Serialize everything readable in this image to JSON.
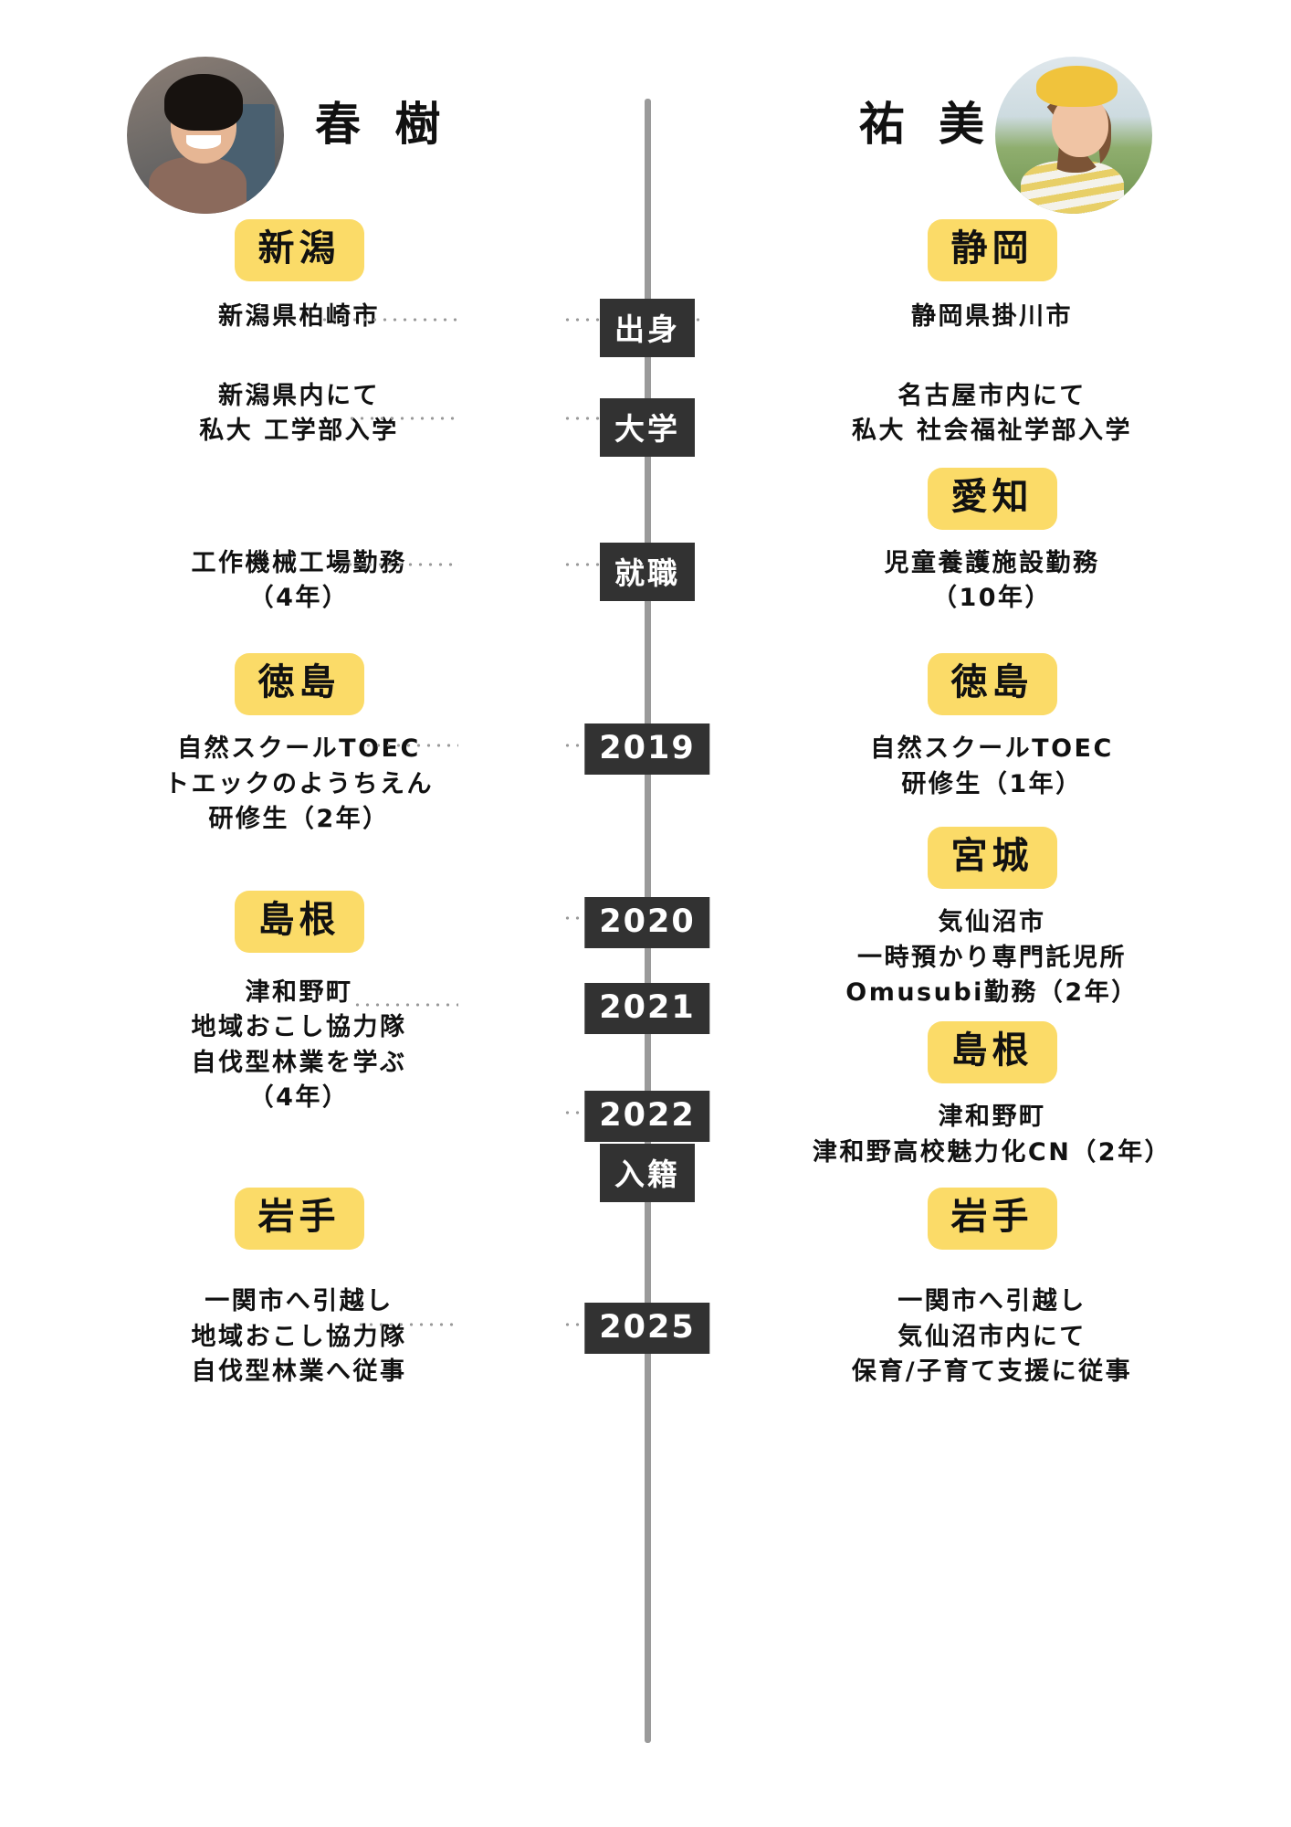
{
  "people": {
    "left": {
      "name": "春 樹",
      "avatar_icon": "portrait-photo-man"
    },
    "right": {
      "name": "祐 美",
      "avatar_icon": "portrait-photo-woman"
    }
  },
  "colors": {
    "badge_yellow": "#fbdb68",
    "marker_dark": "#323232",
    "spine_gray": "#9a9a9a",
    "text_black": "#111111",
    "dot_gray": "#9a9a9a"
  },
  "rows": [
    {
      "marker": "出身",
      "left": {
        "badge": "新潟",
        "lines": [
          "新潟県柏崎市"
        ]
      },
      "right": {
        "badge": "静岡",
        "lines": [
          "静岡県掛川市"
        ]
      }
    },
    {
      "marker": "大学",
      "left": {
        "badge": "",
        "lines": [
          "新潟県内にて",
          "私大 工学部入学"
        ]
      },
      "right": {
        "badge": "",
        "lines": [
          "名古屋市内にて",
          "私大 社会福祉学部入学"
        ]
      }
    },
    {
      "marker": "就職",
      "left": {
        "badge": "",
        "lines": [
          "工作機械工場勤務",
          "（4年）"
        ]
      },
      "right": {
        "badge": "愛知",
        "lines": [
          "児童養護施設勤務",
          "（10年）"
        ]
      }
    },
    {
      "marker": "2019",
      "left": {
        "badge": "徳島",
        "lines": [
          "自然スクールTOEC",
          "トエックのようちえん",
          "研修生（2年）"
        ]
      },
      "right": {
        "badge": "徳島",
        "lines": [
          "自然スクールTOEC",
          "研修生（1年）"
        ]
      }
    },
    {
      "marker": "2020",
      "left": {
        "badge": "島根",
        "lines": []
      },
      "right": {
        "badge": "宮城",
        "lines": [
          "気仙沼市",
          "一時預かり専門託児所",
          "Omusubi勤務（2年）"
        ]
      }
    },
    {
      "marker": "2021",
      "left": {
        "badge": "",
        "lines": [
          "津和野町",
          "地域おこし協力隊",
          "自伐型林業を学ぶ",
          "（4年）"
        ]
      },
      "right": {
        "badge": "",
        "lines": []
      }
    },
    {
      "marker": "2022",
      "left": {
        "badge": "",
        "lines": []
      },
      "right": {
        "badge": "島根",
        "lines": [
          "津和野町",
          "津和野高校魅力化CN（2年）"
        ]
      }
    },
    {
      "marker": "入籍",
      "left": {
        "badge": "",
        "lines": []
      },
      "right": {
        "badge": "",
        "lines": []
      }
    },
    {
      "marker": "2025",
      "left": {
        "badge": "岩手",
        "lines": [
          "一関市へ引越し",
          "地域おこし協力隊",
          "自伐型林業へ従事"
        ]
      },
      "right": {
        "badge": "岩手",
        "lines": [
          "一関市へ引越し",
          "気仙沼市内にて",
          "保育/子育て支援に従事"
        ]
      }
    }
  ],
  "markers": {
    "origin": "出身",
    "university": "大学",
    "employment": "就職",
    "y2019": "2019",
    "y2020": "2020",
    "y2021": "2021",
    "y2022": "2022",
    "marriage": "入籍",
    "y2025": "2025"
  }
}
